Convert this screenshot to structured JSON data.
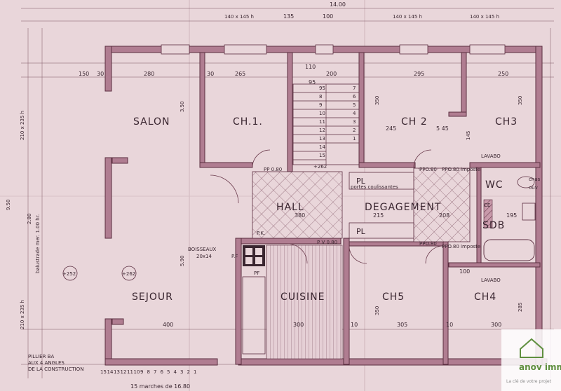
{
  "rooms": {
    "salon": "SALON",
    "ch1": "CH.1.",
    "ch2": "CH 2",
    "ch3": "CH3",
    "hall": "HALL",
    "degagement": "DEGAGEMENT",
    "sejour": "SEJOUR",
    "cuisine": "CUISINE",
    "ch5": "CH5",
    "ch4": "CH4",
    "wc": "WC",
    "sdb": "SDB",
    "pl_top": "PL",
    "pl_bottom": "PL",
    "ce": "CE"
  },
  "annotations": {
    "total_width": "14.00",
    "win_1": "140 x 145 h",
    "win_2": "140 x 145 h",
    "win_3": "140 x 145 h",
    "seg_135": "135",
    "seg_100": "100",
    "balustrade": "balustrade mer. 1.00 hr.",
    "pillier_1": "PILLIER BA",
    "pillier_2": "AUX 4 ANGLES",
    "pillier_3": "DE LA CONSTRUCTION",
    "marches": "15 marches de 16.80",
    "boisseaux_1": "BOISSEAUX",
    "boisseaux_2": "20x14",
    "portes": "portes coulissantes",
    "lavabo_top": "LAVABO",
    "lavabo_bottom": "LAVABO",
    "imposte_1": "PPO.80 imposte",
    "imposte_2": "PPO.80 imposte",
    "pp_ch1": "PP 0.80",
    "pv_cuisine": "P V 0.80",
    "ppo_ch5": "PPO.80",
    "pp_ch2": "PPO.80",
    "level_left": "+252",
    "level_right": "+262",
    "level_stair": "+262",
    "pf": "PF",
    "pk": "P.K.",
    "fe": "P.F",
    "side_950": "9.50",
    "side_left_top": "210 x 235 h",
    "side_left_bot": "210 x 235 h",
    "right_chas": "chas",
    "right_ouv": "ouv"
  },
  "dimensions": {
    "d280": "280",
    "d265": "265",
    "d200": "200",
    "d295": "295",
    "d250": "250",
    "d150": "150",
    "d30a": "30",
    "d30b": "30",
    "d350a": "3.50",
    "d350b": "350",
    "d350c": "350",
    "d245": "245",
    "d145": "145",
    "d545": "5 45",
    "d380": "380",
    "d215": "215",
    "d208": "208",
    "d195": "195",
    "d400": "400",
    "d300a": "300",
    "d305": "305",
    "d300b": "300",
    "d350d": "350",
    "d285": "285",
    "d100": "100",
    "d10a": "10",
    "d10b": "10",
    "d280b": "2.80",
    "d590": "5.90",
    "d110": "110",
    "d95": "95"
  },
  "stairs": {
    "left_numbers": [
      "95",
      "8",
      "9",
      "10",
      "11",
      "12",
      "13",
      "14",
      "15"
    ],
    "right_numbers": [
      "7",
      "6",
      "5",
      "4",
      "3",
      "2",
      "1"
    ]
  },
  "bottom_steps": [
    "15",
    "14",
    "13",
    "12",
    "11",
    "10",
    "9",
    "8",
    "7",
    "6",
    "5",
    "4",
    "3",
    "2",
    "1"
  ],
  "logo": {
    "brand": "anov immo",
    "tagline": "La clé de votre projet"
  }
}
